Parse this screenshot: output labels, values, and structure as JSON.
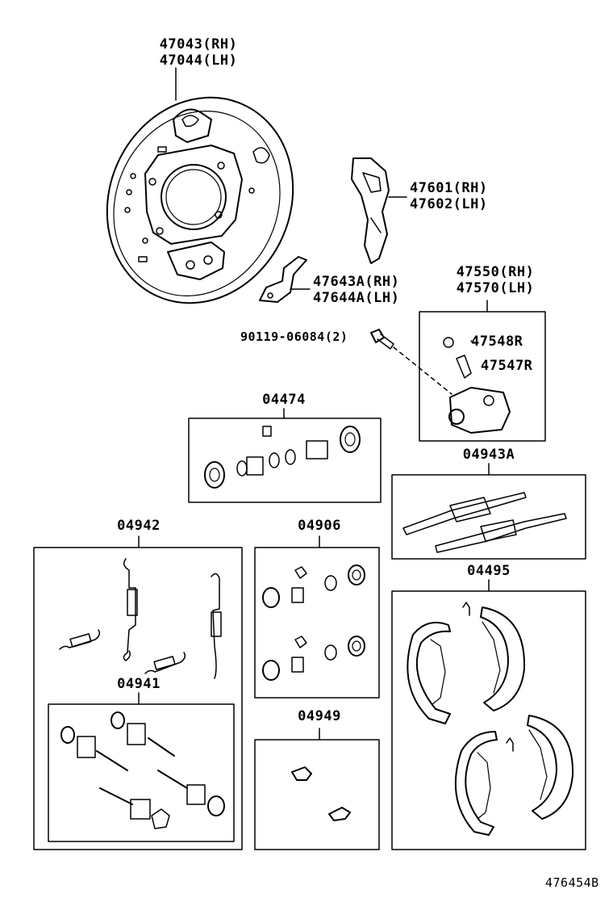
{
  "labels": {
    "backing_plate_rh": "47043(RH)",
    "backing_plate_lh": "47044(LH)",
    "bracket_rh": "47601(RH)",
    "bracket_lh": "47602(LH)",
    "lever_rh": "47643A(RH)",
    "lever_lh": "47644A(LH)",
    "wheel_cyl_rh": "47550(RH)",
    "wheel_cyl_lh": "47570(LH)",
    "bleeder_cap": "47548R",
    "bleeder_plug": "47547R",
    "bolt": "90119-06084(2)",
    "kit_04474": "04474",
    "kit_04943a": "04943A",
    "kit_04942": "04942",
    "kit_04906": "04906",
    "kit_04495": "04495",
    "kit_04941": "04941",
    "kit_04949": "04949",
    "diagram_code": "476454B"
  }
}
